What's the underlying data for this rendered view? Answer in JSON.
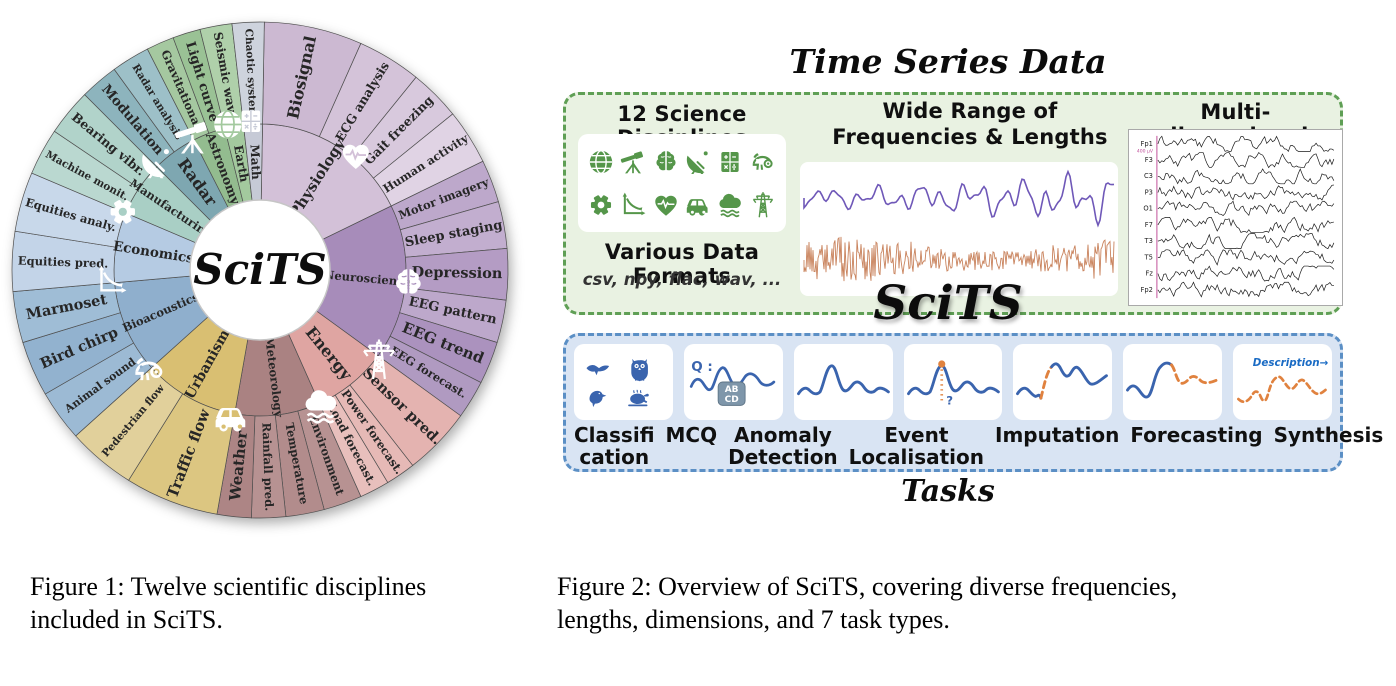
{
  "figure1": {
    "center_label": "SciTS",
    "caption": "Figure 1: Twelve scientific disciplines\nincluded in SciTS.",
    "disciplines": [
      {
        "name": "Physiology",
        "size": 15,
        "color": "#d3c1d8",
        "icon": "heart-pulse-icon",
        "icon_angle": 40,
        "icon_size": 34,
        "start": 1,
        "end": 64,
        "subs": [
          {
            "label": "Biosignal",
            "start": 1,
            "end": 24,
            "size": 16,
            "color": "#ccb9d2"
          },
          {
            "label": "ECG analysis",
            "start": 24,
            "end": 39,
            "size": 12.5,
            "color": "#d4c3d9"
          },
          {
            "label": "Gait freezing",
            "start": 39,
            "end": 51,
            "size": 12.5,
            "color": "#d8c9dd"
          },
          {
            "label": "Human activity",
            "start": 51,
            "end": 64,
            "size": 11.5,
            "color": "#e0d3e4"
          }
        ]
      },
      {
        "name": "Neuroscience",
        "size": 11.5,
        "color": "#a78cba",
        "icon": "brain-icon",
        "icon_angle": 95,
        "icon_size": 36,
        "start": 64,
        "end": 126,
        "subs": [
          {
            "label": "Motor imagery",
            "start": 64,
            "end": 74,
            "size": 11.5,
            "color": "#bda8cb"
          },
          {
            "label": "Sleep staging",
            "start": 74,
            "end": 85,
            "size": 13,
            "color": "#c2aecf"
          },
          {
            "label": "Depression",
            "start": 85,
            "end": 97,
            "size": 14.5,
            "color": "#b49cc4"
          },
          {
            "label": "EEG pattern",
            "start": 97,
            "end": 107,
            "size": 13,
            "color": "#bda8cb"
          },
          {
            "label": "EEG trend",
            "start": 107,
            "end": 117,
            "size": 15,
            "color": "#ab92be"
          },
          {
            "label": "EEG forecast.",
            "start": 117,
            "end": 126,
            "size": 11.5,
            "color": "#b09ac1"
          }
        ]
      },
      {
        "name": "Energy",
        "size": 16,
        "color": "#dfa5a2",
        "icon": "power-tower-icon",
        "icon_angle": 127,
        "icon_size": 44,
        "start": 126,
        "end": 156,
        "subs": [
          {
            "label": "Sensor pred.",
            "start": 126,
            "end": 142,
            "size": 14.5,
            "color": "#e4b3b0"
          },
          {
            "label": "Power forecast.",
            "start": 142,
            "end": 149,
            "size": 11.5,
            "color": "#e6b9b6"
          },
          {
            "label": "Load forecast.",
            "start": 149,
            "end": 156,
            "size": 11.5,
            "color": "#e8bfbc"
          }
        ]
      },
      {
        "name": "Meteorology",
        "size": 11.5,
        "color": "#aa8282",
        "icon": "cloud-fog-icon",
        "icon_angle": 156,
        "icon_size": 40,
        "start": 156,
        "end": 190,
        "subs": [
          {
            "label": "Environment",
            "start": 156,
            "end": 165,
            "size": 11.5,
            "color": "#b79292"
          },
          {
            "label": "Temperature",
            "start": 165,
            "end": 174,
            "size": 11.5,
            "color": "#b28c8c"
          },
          {
            "label": "Rainfall pred.",
            "start": 174,
            "end": 182,
            "size": 11.5,
            "color": "#b79292"
          },
          {
            "label": "Weather",
            "start": 182,
            "end": 190,
            "size": 15,
            "color": "#ad8585"
          }
        ]
      },
      {
        "name": "Urbanism",
        "size": 14,
        "color": "#d9bf72",
        "icon": "car-icon",
        "icon_angle": 191,
        "icon_size": 40,
        "start": 190,
        "end": 228,
        "subs": [
          {
            "label": "Traffic flow",
            "start": 190,
            "end": 212,
            "size": 15,
            "color": "#dcc681"
          },
          {
            "label": "Pedestrian flow",
            "start": 212,
            "end": 228,
            "size": 10.5,
            "color": "#e1d09b"
          }
        ]
      },
      {
        "name": "Bioacoustics",
        "size": 11.5,
        "color": "#8fafcd",
        "icon": "chameleon-icon",
        "icon_angle": 228,
        "icon_size": 38,
        "start": 228,
        "end": 265,
        "subs": [
          {
            "label": "Animal sound",
            "start": 228,
            "end": 240,
            "size": 11,
            "color": "#9cbad4"
          },
          {
            "label": "Bird chirp",
            "start": 240,
            "end": 253,
            "size": 14.5,
            "color": "#92b2cf"
          },
          {
            "label": "Marmoset",
            "start": 253,
            "end": 265,
            "size": 14.5,
            "color": "#9fbdd6"
          }
        ]
      },
      {
        "name": "Economics",
        "size": 13.5,
        "color": "#b5cbe3",
        "icon": "chart-icon",
        "icon_angle": 266,
        "icon_size": 34,
        "start": 265,
        "end": 293,
        "subs": [
          {
            "label": "Equities pred.",
            "start": 265,
            "end": 279,
            "size": 11.5,
            "color": "#c3d4e8"
          },
          {
            "label": "Equities analy.",
            "start": 279,
            "end": 293,
            "size": 11.5,
            "color": "#c8d8ea"
          }
        ]
      },
      {
        "name": "Manufacturing",
        "size": 11.5,
        "color": "#a9cfc5",
        "icon": "gear-icon",
        "icon_angle": 293,
        "icon_size": 34,
        "start": 293,
        "end": 315,
        "subs": [
          {
            "label": "Machine monit.",
            "start": 293,
            "end": 304,
            "size": 10.5,
            "color": "#bad8d0"
          },
          {
            "label": "Bearing vibr.",
            "start": 304,
            "end": 315,
            "size": 12.5,
            "color": "#b1d3ca"
          }
        ]
      },
      {
        "name": "Radar",
        "size": 16,
        "color": "#7ea7b1",
        "icon": "satellite-dish-icon",
        "icon_angle": 316,
        "icon_size": 36,
        "start": 315,
        "end": 333,
        "subs": [
          {
            "label": "Modulation",
            "start": 315,
            "end": 324,
            "size": 13.5,
            "color": "#8db4bd"
          },
          {
            "label": "Radar analysis",
            "start": 324,
            "end": 333,
            "size": 10.5,
            "color": "#9dc0c8"
          }
        ]
      },
      {
        "name": "Astronomy",
        "size": 12.5,
        "color": "#93bc8f",
        "icon": "telescope-icon",
        "icon_angle": 333,
        "icon_size": 40,
        "start": 333,
        "end": 346,
        "subs": [
          {
            "label": "Gravitational",
            "start": 333,
            "end": 339.5,
            "size": 11.5,
            "color": "#a5c8a0"
          },
          {
            "label": "Light curve",
            "start": 339.5,
            "end": 346,
            "size": 13,
            "color": "#9ac295"
          }
        ]
      },
      {
        "name": "Earth",
        "size": 12,
        "color": "#a3c99e",
        "icon": "globe-icon",
        "icon_angle": 347.5,
        "icon_size": 34,
        "start": 346,
        "end": 353.5,
        "subs": [
          {
            "label": "Seismic wave",
            "start": 346,
            "end": 353.5,
            "size": 12,
            "color": "#afd0aa"
          }
        ]
      },
      {
        "name": "Math",
        "size": 12,
        "color": "#c6cad6",
        "icon": "calculator-icon",
        "icon_angle": 356.5,
        "icon_size": 30,
        "start": 353.5,
        "end": 361,
        "subs": [
          {
            "label": "Chaotic system",
            "start": 353.5,
            "end": 361,
            "size": 10.5,
            "color": "#ced3dd"
          }
        ]
      }
    ]
  },
  "figure2": {
    "title": "Time Series Data",
    "scits_label": "SciTS",
    "tasks_label": "Tasks",
    "caption": "Figure 2: Overview of SciTS, covering diverse frequencies,\nlengths, dimensions, and 7 task types.",
    "data_panel": {
      "disciplines_heading": "12 Science Disciplines",
      "discipline_icons": [
        "globe-icon",
        "telescope-icon",
        "brain-icon",
        "satellite-dish-icon",
        "calculator-icon",
        "chameleon-icon",
        "gear-icon",
        "chart-icon",
        "heart-pulse-icon",
        "car-icon",
        "cloud-fog-icon",
        "power-tower-icon"
      ],
      "formats_heading": "Various Data Formats",
      "formats_list": "csv, npy, flac, wav, ...",
      "freq_heading": "Wide Range of\nFrequencies & Lengths",
      "multi_heading": "Multi-dimensional",
      "eeg_channels": [
        "Fp1",
        "F3",
        "C3",
        "P3",
        "O1",
        "F7",
        "T3",
        "T5",
        "Fz",
        "Fp2"
      ],
      "eeg_scale": "400 µV"
    },
    "tasks": [
      {
        "id": "classification",
        "icon": "classification",
        "label": "Classifi\ncation"
      },
      {
        "id": "mcq",
        "icon": "mcq",
        "label": "MCQ",
        "q_label": "Q :",
        "badge_lines": [
          "AB",
          "CD"
        ]
      },
      {
        "id": "anomaly-detection",
        "icon": "anomaly",
        "label": "Anomaly\nDetection"
      },
      {
        "id": "event-localisation",
        "icon": "event",
        "label": "Event\nLocalisation",
        "question_mark": "?"
      },
      {
        "id": "imputation",
        "icon": "imputation",
        "label": "Imputation"
      },
      {
        "id": "forecasting",
        "icon": "forecasting",
        "label": "Forecasting"
      },
      {
        "id": "synthesis",
        "icon": "synthesis",
        "label": "Synthesis",
        "description_label": "Description→"
      }
    ],
    "colors": {
      "green_border": "#5f9f55",
      "green_fill": "#e9f2e2",
      "icon_green": "#55964a",
      "blue_border": "#5b8fc5",
      "blue_fill": "#d9e4f3",
      "task_blue": "#3a64ae",
      "task_orange": "#e0823f",
      "badge": "#7e96aa",
      "description_blue": "#1a6bc4",
      "wave_purple": "#6f58b8",
      "wave_orange": "#c9835d",
      "eeg_pink": "#c0509a"
    }
  }
}
